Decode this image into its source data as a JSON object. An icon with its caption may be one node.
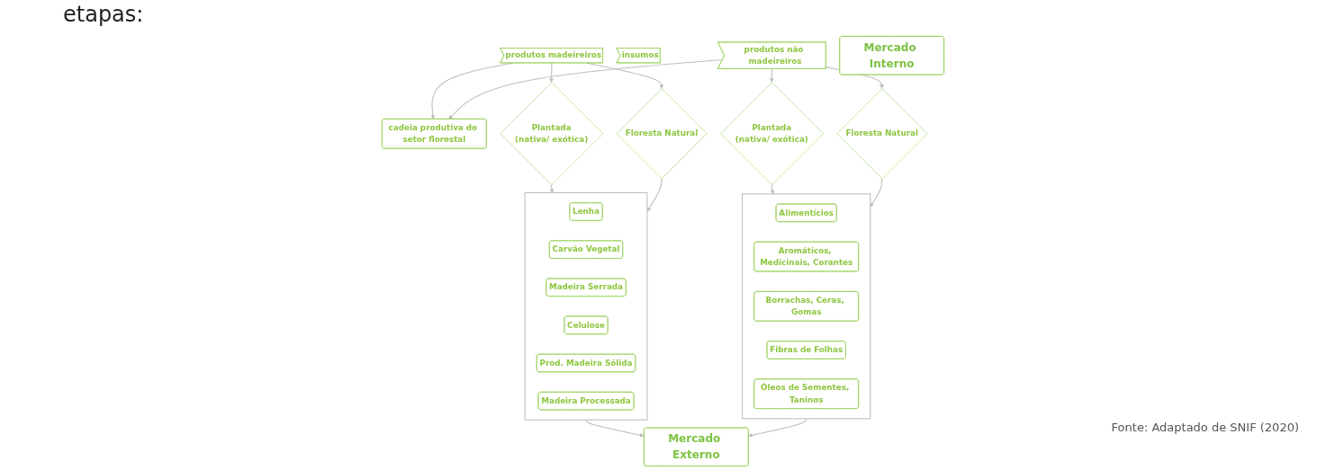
{
  "diagram": {
    "nodes": [
      {
        "text": [
          "produtos madeireiros"
        ]
      },
      {
        "text": [
          "insumos"
        ]
      },
      {
        "text": [
          "cadeia produtiva do setor florestal"
        ]
      },
      {
        "text": [
          "produtos não madeireiros"
        ]
      },
      {
        "text": [
          "Plantada",
          "(nativa/ exótica)"
        ]
      },
      {
        "text": [
          "Floresta Natural"
        ]
      },
      {
        "text": [
          "Plantada",
          "(nativa/ exótica)"
        ]
      },
      {
        "text": [
          "Floresta Natural"
        ]
      },
      {
        "text": [],
        "shape": "bracket"
      },
      {
        "text": [
          "Lenha"
        ],
        "in": 8
      },
      {
        "text": [
          "Carvão Vegetal"
        ],
        "in": 8
      },
      {
        "text": [
          "Madeira Serrada"
        ],
        "in": 8
      },
      {
        "text": [
          "Celulose"
        ],
        "in": 8
      },
      {
        "text": [
          "Prod. Madeira Sólida"
        ],
        "in": 8
      },
      {
        "text": [
          "Madeira Processada"
        ],
        "in": 8
      },
      {
        "text": [],
        "shape": "bracket"
      },
      {
        "text": [
          "Alimentícios"
        ],
        "in": 15
      },
      {
        "text": [
          "Aromáticos, Medicinais, Corantes"
        ],
        "in": 15
      },
      {
        "text": [
          "Borrachas, Ceras, Gomas"
        ],
        "in": 15
      },
      {
        "text": [
          "Fibras de Folhas"
        ],
        "in": 15
      },
      {
        "text": [
          "Óleos de Sementes, Taninos"
        ],
        "in": 15
      },
      {
        "text": [
          "Mercado Externo"
        ]
      },
      {
        "text": [
          "Mercado Interno"
        ]
      }
    ],
    "edges": [
      {
        "from": 0,
        "to": 2,
        "arrow": "to"
      },
      {
        "from": 3,
        "to": 2,
        "arrow": "to"
      },
      {
        "from": 0,
        "to": 4,
        "arrow": "to"
      },
      {
        "from": 0,
        "to": 5,
        "arrow": "to"
      },
      {
        "from": 3,
        "to": 6,
        "arrow": "to"
      },
      {
        "from": 3,
        "to": 7,
        "arrow": "to"
      },
      {
        "from": 4,
        "to": 8,
        "arrow": "to"
      },
      {
        "from": 5,
        "to": 8,
        "arrow": "to"
      },
      {
        "from": 6,
        "to": 15,
        "arrow": "to"
      },
      {
        "from": 7,
        "to": 15,
        "arrow": "to"
      },
      {
        "from": 8,
        "to": 21,
        "arrow": "to"
      },
      {
        "from": 15,
        "to": 21,
        "arrow": "to"
      }
    ],
    "labels": [
      "etapas:",
      "Fonte: Adaptado de SNIF (2020)"
    ]
  }
}
